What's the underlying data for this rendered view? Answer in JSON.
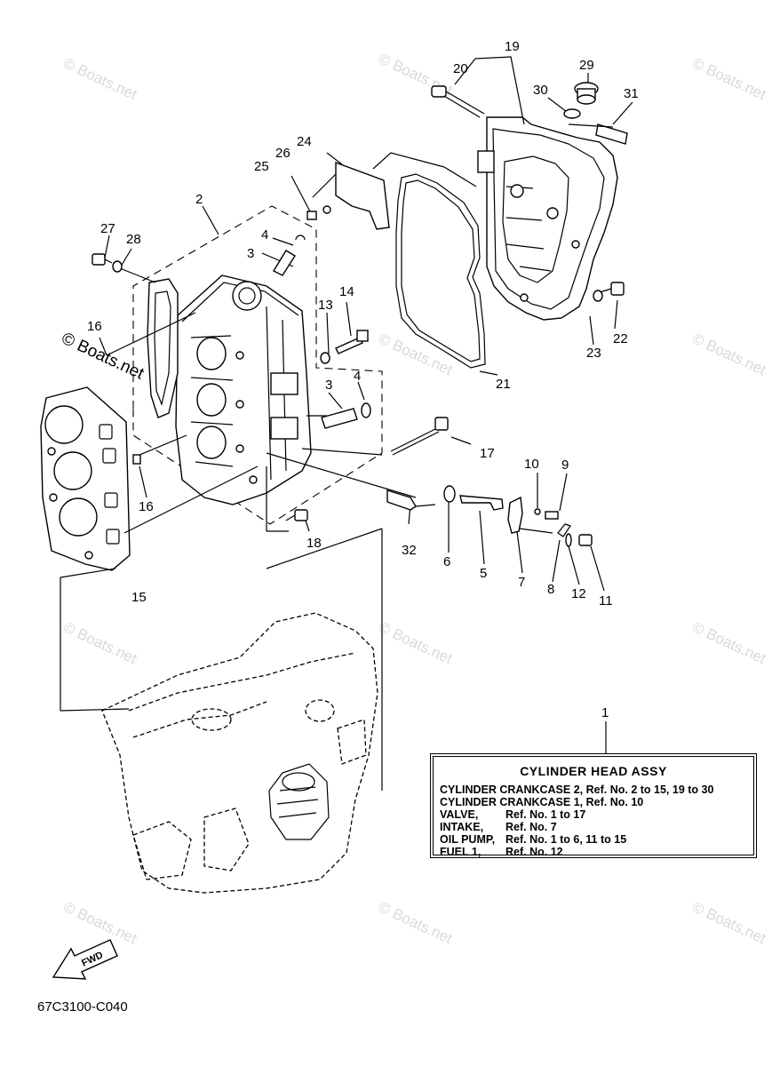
{
  "diagram": {
    "code": "67C3100-C040",
    "fwd_label": "FWD",
    "watermark": "Boats.net",
    "watermark_symbol": "©",
    "callouts": [
      "1",
      "2",
      "3",
      "4",
      "5",
      "6",
      "7",
      "8",
      "9",
      "10",
      "11",
      "12",
      "13",
      "14",
      "15",
      "16",
      "17",
      "18",
      "19",
      "20",
      "21",
      "22",
      "23",
      "24",
      "25",
      "26",
      "27",
      "28",
      "29",
      "30",
      "31",
      "32"
    ],
    "callouts_repeated": {
      "3b": "3",
      "4b": "4",
      "16b": "16"
    }
  },
  "info_box": {
    "title": "CYLINDER  HEAD ASSY",
    "rows": [
      {
        "key": "CYLINDER CRANKCASE 2,",
        "value": "Ref. No. 2 to 15, 19 to 30"
      },
      {
        "key": "CYLINDER CRANKCASE 1,",
        "value": "Ref. No. 10"
      },
      {
        "key": "VALVE,",
        "value": "Ref. No. 1 to 17"
      },
      {
        "key": "INTAKE,",
        "value": "Ref. No. 7"
      },
      {
        "key": "OIL PUMP,",
        "value": "Ref. No. 1 to 6, 11 to 15"
      },
      {
        "key": "FUEL 1,",
        "value": "Ref. No. 12"
      }
    ]
  }
}
